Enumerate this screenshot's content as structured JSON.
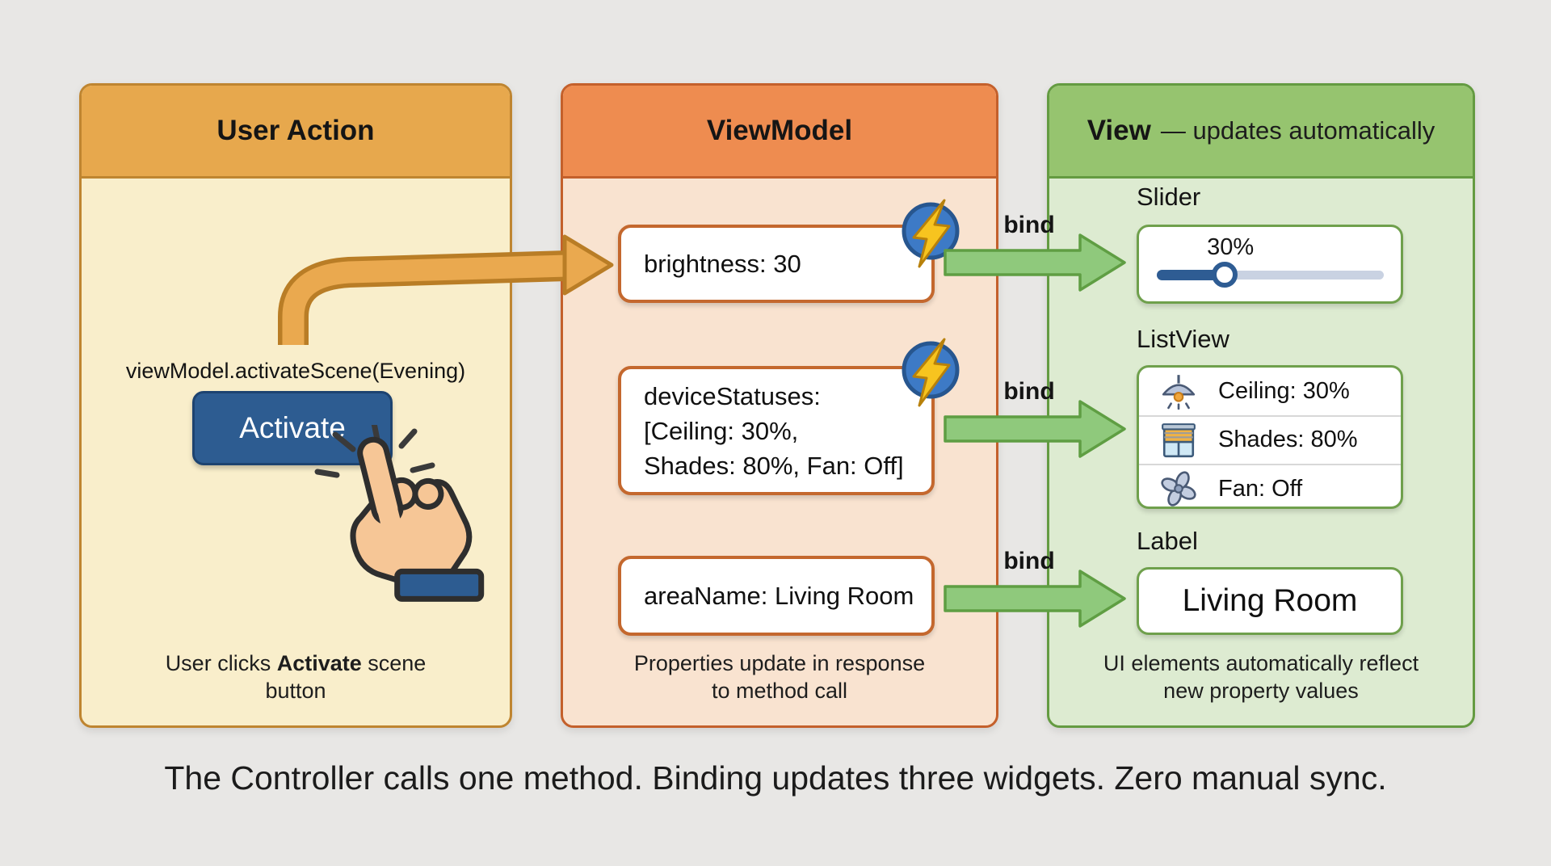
{
  "panels": {
    "user_action": {
      "title": "User Action",
      "method_call": "viewModel.activateScene(Evening)",
      "button_label": "Activate",
      "caption_pre": "User clicks ",
      "caption_bold": "Activate",
      "caption_post": " scene button"
    },
    "viewmodel": {
      "title": "ViewModel",
      "properties": {
        "brightness": "brightness: 30",
        "device_line1": "deviceStatuses:",
        "device_line2": "[Ceiling: 30%,",
        "device_line3": "Shades: 80%, Fan: Off]",
        "area": "areaName: Living Room"
      },
      "caption_line1": "Properties update in response",
      "caption_line2": "to method call"
    },
    "view": {
      "title_bold": "View",
      "title_rest": "— updates automatically",
      "slider": {
        "label": "Slider",
        "value_text": "30%",
        "value_percent": 30
      },
      "listview": {
        "label": "ListView",
        "items": [
          {
            "icon": "ceiling-light-icon",
            "text": "Ceiling: 30%"
          },
          {
            "icon": "window-shades-icon",
            "text": "Shades: 80%"
          },
          {
            "icon": "fan-icon",
            "text": "Fan: Off"
          }
        ]
      },
      "label_widget": {
        "label": "Label",
        "value": "Living Room"
      },
      "caption_line1": "UI elements automatically reflect",
      "caption_line2": "new property values"
    }
  },
  "bind_label": "bind",
  "footer": "The Controller calls one method. Binding updates three widgets. Zero manual sync.",
  "icons": {
    "changed_badge": "lightning-bolt",
    "cursor": "hand-pointer-click",
    "listview_rows": [
      "ceiling-light",
      "window-shades",
      "fan"
    ]
  },
  "colors": {
    "background": "#e8e7e5",
    "user_action_header": "#e7a84d",
    "user_action_body": "#f9eecb",
    "viewmodel_header": "#ee8c50",
    "viewmodel_body": "#f9e3d0",
    "view_header": "#96c46f",
    "view_body": "#ddebd1",
    "button_blue": "#2d5c91",
    "arrow_green": "#8fc97c",
    "arrow_orange": "#eaa94f",
    "box_border_orange": "#c4682e",
    "card_border_green": "#6fa04c"
  }
}
